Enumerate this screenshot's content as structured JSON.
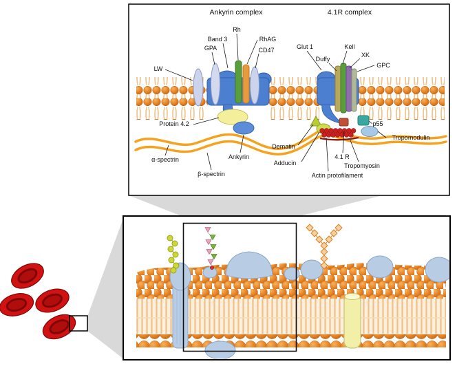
{
  "top_panel": {
    "title_ankyrin": "Ankyrin complex",
    "title_41r": "4.1R complex",
    "labels": {
      "band3": "Band 3",
      "gpa": "GPA",
      "rh": "Rh",
      "rhag": "RhAG",
      "cd47": "CD47",
      "lw": "LW",
      "glut1": "Glut 1",
      "duffy": "Duffy",
      "kell": "Kell",
      "xk": "XK",
      "gpc": "GPC",
      "protein42": "Protein 4.2",
      "dematin": "Dematin",
      "ankyrin": "Ankyrin",
      "adducin": "Adducin",
      "alpha_spectrin": "α-spectrin",
      "beta_spectrin": "β-spectrin",
      "r41": "4.1 R",
      "actin": "Actin protofilament",
      "tropomyosin": "Tropomyosin",
      "tropomodulin": "Tropomodulin",
      "p55": "p55"
    }
  },
  "colors": {
    "lipid_head": "#e8872a",
    "lipid_tail": "#f0c088",
    "protein_blue": "#4d7fd0",
    "protein_blue_light": "#b8cce4",
    "spectrin": "#f5a31e",
    "actin_red": "#cc2020",
    "rbc_red": "#d01212",
    "connector_gray": "#d9d9d9",
    "p55_teal": "#38a8a0",
    "rh_green": "#5a9e3c",
    "rhag_orange": "#e89a3c",
    "xk_purple": "#8f6bb0",
    "protein42_yellow": "#f3ef9a",
    "glycan_green": "#cdd838",
    "glycan_pink": "#e8a0bc",
    "glycan_diamond": "#f8d0a0"
  }
}
